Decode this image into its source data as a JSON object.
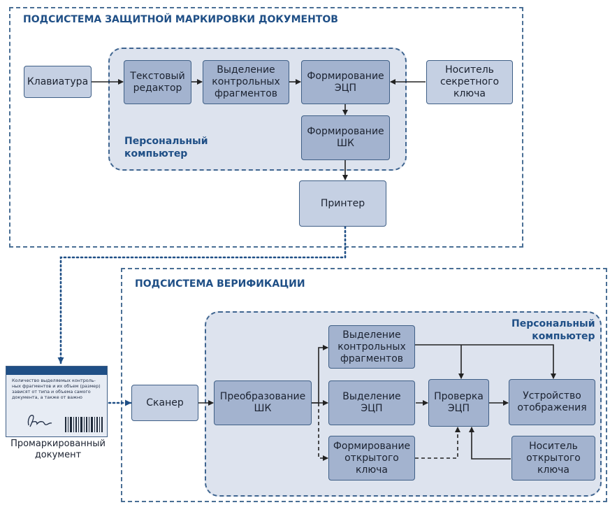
{
  "top": {
    "title": "ПОДСИСТЕМА ЗАЩИТНОЙ МАРКИРОВКИ ДОКУМЕНТОВ",
    "pc_label": "Персональный\nкомпьютер",
    "boxes": {
      "keyboard": "Клавиатура",
      "text_editor": "Текстовый\nредактор",
      "select_fragments": "Выделение\nконтрольных\nфрагментов",
      "form_eds": "Формирование\nЭЦП",
      "secret_key": "Носитель\nсекретного\nключа",
      "form_barcode": "Формирование\nШК",
      "printer": "Принтер"
    }
  },
  "bottom": {
    "title": "ПОДСИСТЕМА ВЕРИФИКАЦИИ",
    "pc_label": "Персональный\nкомпьютер",
    "boxes": {
      "scanner": "Сканер",
      "convert_barcode": "Преобразование\nШК",
      "select_fragments": "Выделение\nконтрольных\nфрагментов",
      "select_eds": "Выделение\nЭЦП",
      "form_public_key": "Формирование\nоткрытого\nключа",
      "verify_eds": "Проверка\nЭЦП",
      "display": "Устройство\nотображения",
      "public_key": "Носитель\nоткрытого\nключа"
    }
  },
  "document": {
    "text": "Количество выделяемых контроль-ных фрагментов и их объем (размер) зависят от типа и объема самого документа, а также от важно",
    "label": "Промаркированный\nдокумент"
  },
  "colors": {
    "border": "#4a6f95",
    "title": "#1f4f86",
    "pc_fill": "#dde3ee",
    "box_light": "#c5d0e3",
    "box_dark": "#a3b3cf",
    "arrow": "#222222"
  }
}
